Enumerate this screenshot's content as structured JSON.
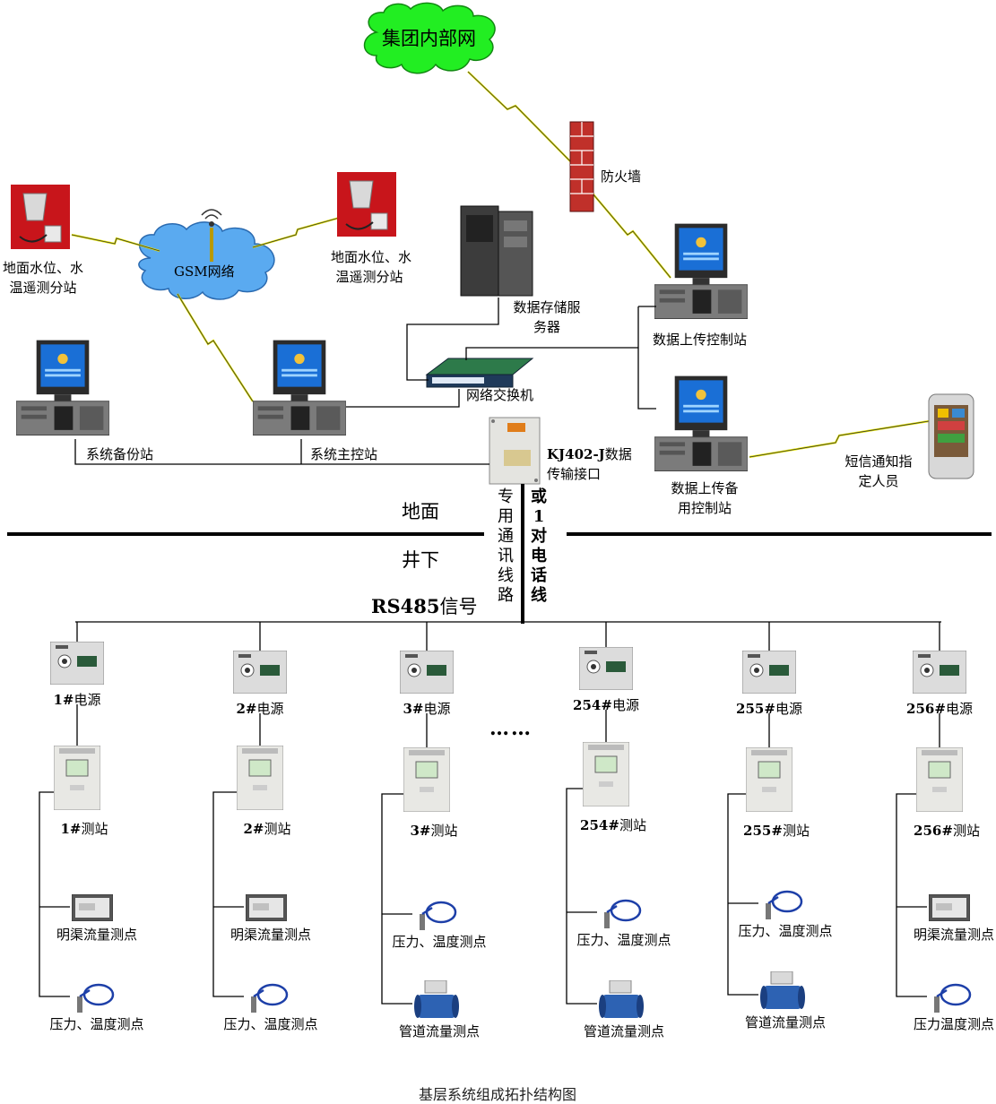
{
  "cloud_labels": {
    "group_network": "集团内部网",
    "gsm": "GSM网络"
  },
  "surface": {
    "firewall": "防火墙",
    "remote_station_left": [
      "地面水位、水",
      "温遥测分站"
    ],
    "remote_station_right": [
      "地面水位、水",
      "温遥测分站"
    ],
    "storage_server": [
      "数据存储服",
      "务器"
    ],
    "upload_station": "数据上传控制站",
    "switch": "网络交换机",
    "backup_station": "系统备份站",
    "main_station": "系统主控站",
    "interface_code": "KJ402-J",
    "interface_suffix": "数据",
    "interface_line2": "传输接口",
    "backup_upload_station": [
      "数据上传备",
      "用控制站"
    ],
    "sms_notify": [
      "短信通知指",
      "定人员"
    ]
  },
  "divider": {
    "ground": "地面",
    "underground": "井下"
  },
  "cable_label": "专用通讯线路",
  "phone_label": "或1对电话线",
  "rs485_bold": "RS485",
  "rs485_rest": "信号",
  "ellipsis": "……",
  "branches": [
    {
      "power_num": "1#",
      "power_txt": "电源",
      "station_num": "1#",
      "station_txt": "测站",
      "sensors": [
        {
          "kind": "channel",
          "label": "明渠流量测点"
        },
        {
          "kind": "probe",
          "label": "压力、温度测点"
        }
      ]
    },
    {
      "power_num": "2#",
      "power_txt": "电源",
      "station_num": "2#",
      "station_txt": "测站",
      "sensors": [
        {
          "kind": "channel",
          "label": "明渠流量测点"
        },
        {
          "kind": "probe",
          "label": "压力、温度测点"
        }
      ]
    },
    {
      "power_num": "3#",
      "power_txt": "电源",
      "station_num": "3#",
      "station_txt": "测站",
      "sensors": [
        {
          "kind": "probe",
          "label": "压力、温度测点"
        },
        {
          "kind": "pipe",
          "label": "管道流量测点"
        }
      ]
    },
    {
      "power_num": "254#",
      "power_txt": "电源",
      "station_num": "254#",
      "station_txt": "测站",
      "sensors": [
        {
          "kind": "probe",
          "label": "压力、温度测点"
        },
        {
          "kind": "pipe",
          "label": "管道流量测点"
        }
      ]
    },
    {
      "power_num": "255#",
      "power_txt": "电源",
      "station_num": "255#",
      "station_txt": "测站",
      "sensors": [
        {
          "kind": "probe",
          "label": "压力、温度测点"
        },
        {
          "kind": "pipe",
          "label": "管道流量测点"
        }
      ]
    },
    {
      "power_num": "256#",
      "power_txt": "电源",
      "station_num": "256#",
      "station_txt": "测站",
      "sensors": [
        {
          "kind": "channel",
          "label": "明渠流量测点"
        },
        {
          "kind": "probe",
          "label": "压力温度测点"
        }
      ]
    }
  ],
  "caption": "基层系统组成拓扑结构图",
  "colors": {
    "cloud_green": "#22ee22",
    "cloud_blue": "#5aaaf0",
    "lightning": "#e6e600",
    "firewall": "#c0302a",
    "screen": "#1a6fd6"
  }
}
